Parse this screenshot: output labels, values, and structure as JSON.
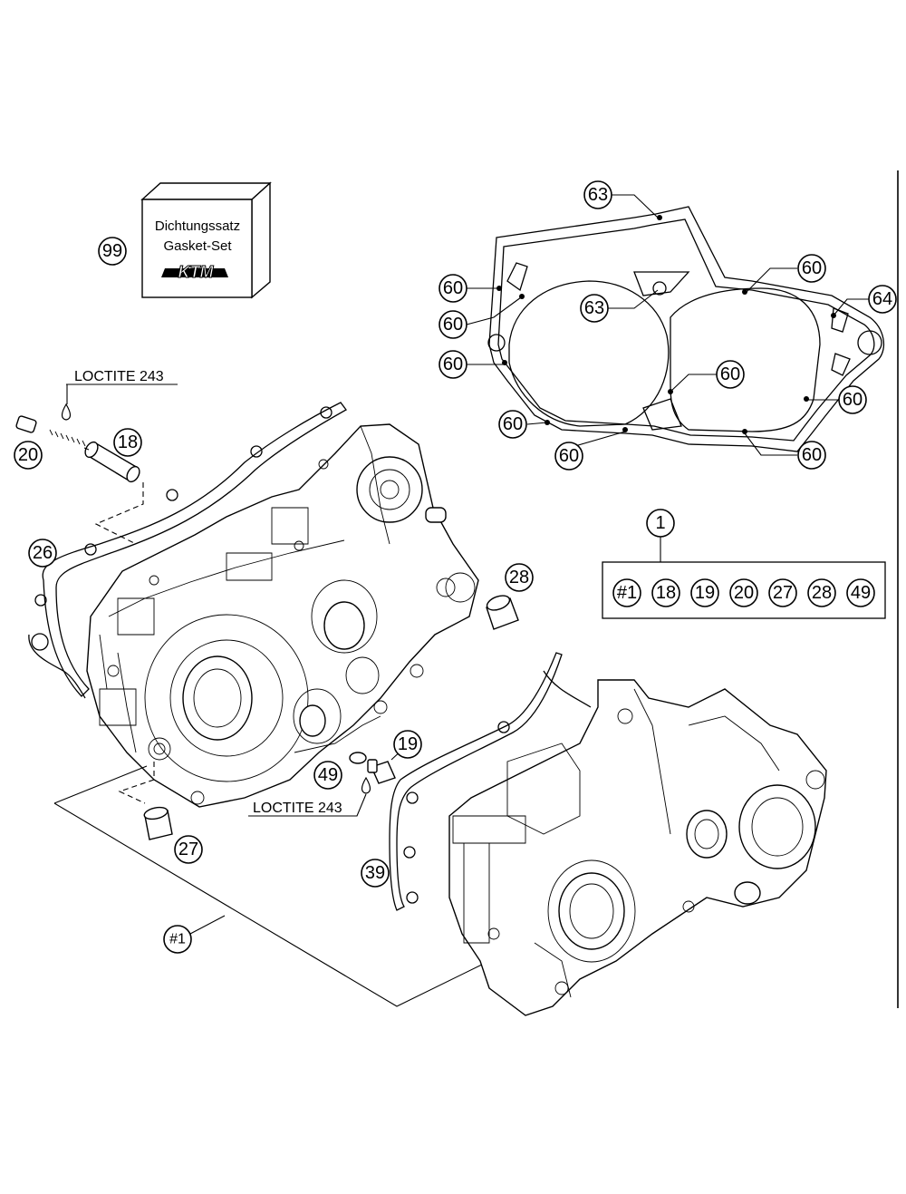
{
  "gasket_set": {
    "callout": "99",
    "line1": "Dichtungssatz",
    "line2": "Gasket-Set",
    "logo": "KTM"
  },
  "notes": {
    "loctite_top": "LOCTITE 243",
    "loctite_bottom": "LOCTITE 243"
  },
  "callouts": {
    "c20": "20",
    "c18": "18",
    "c26": "26",
    "c28": "28",
    "c19": "19",
    "c49": "49",
    "c27": "27",
    "c39": "39",
    "c1_main": "#1",
    "c63_top": "63",
    "c63_mid": "63",
    "c64": "64",
    "c60_a": "60",
    "c60_b": "60",
    "c60_c": "60",
    "c60_d": "60",
    "c60_e": "60",
    "c60_f": "60",
    "c60_g": "60",
    "c60_h": "60",
    "c60_i": "60"
  },
  "kit": {
    "callout": "1",
    "items": [
      "#1",
      "18",
      "19",
      "20",
      "27",
      "28",
      "49"
    ]
  }
}
